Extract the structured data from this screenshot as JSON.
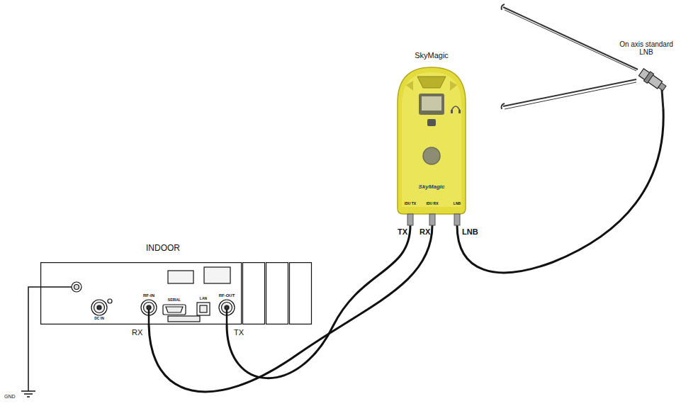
{
  "diagram": {
    "nodes": [
      {
        "text": [
          "INDOOR"
        ]
      },
      {
        "text": [
          "SkyMagic"
        ]
      },
      {
        "text": [
          "On axis standard LNB"
        ]
      }
    ],
    "edges": [
      {
        "from": 0,
        "to": 1,
        "arrow": "none"
      },
      {
        "from": 0,
        "to": 1,
        "arrow": "none"
      },
      {
        "from": 1,
        "to": 2,
        "arrow": "none"
      }
    ],
    "labels": [
      "RX",
      "TX",
      "RF-IN",
      "SERIAL",
      "LAN",
      "RF-OUT",
      "DC IN",
      "GND",
      "TX",
      "RX",
      "LNB",
      "IDU TX",
      "IDU RX",
      "LNB",
      "SkyMagic"
    ]
  }
}
